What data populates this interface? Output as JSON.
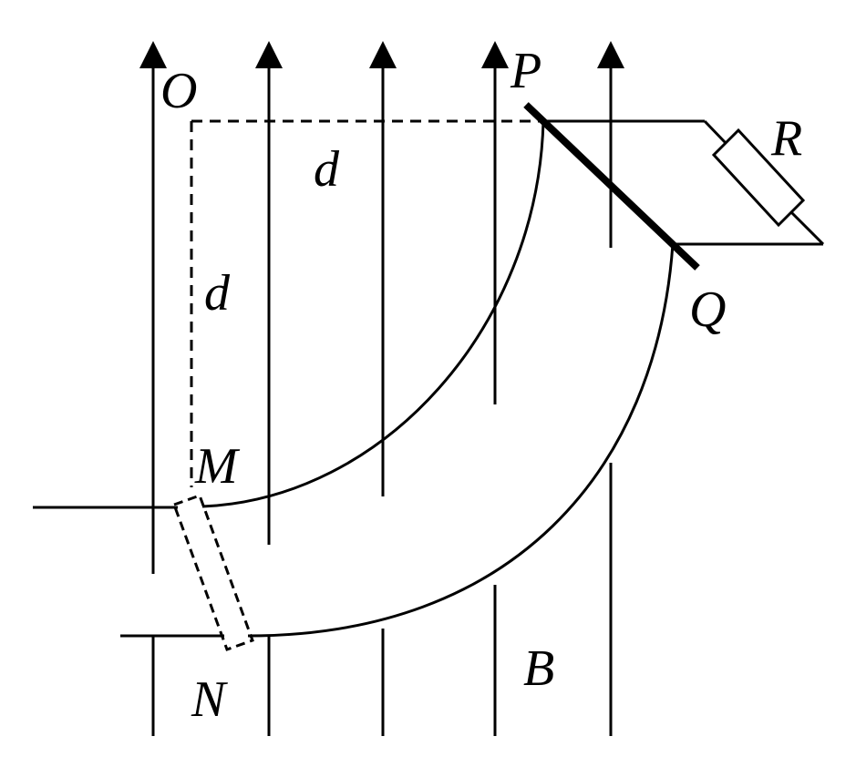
{
  "labels": {
    "O": "O",
    "P": "P",
    "R": "R",
    "Q": "Q",
    "M": "M",
    "N": "N",
    "B": "B",
    "d_horizontal": "d",
    "d_vertical": "d"
  },
  "colors": {
    "ink": "#000000",
    "background": "#ffffff"
  }
}
